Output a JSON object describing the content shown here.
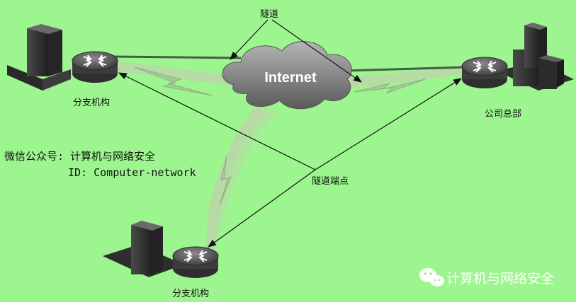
{
  "diagram": {
    "tunnel_label": "隧道",
    "internet_label": "Internet",
    "branch_top_label": "分支机构",
    "hq_label": "公司总部",
    "branch_bottom_label": "分支机构",
    "endpoint_label": "隧道端点"
  },
  "caption": {
    "line1": "微信公众号: 计算机与网络安全",
    "line2": "ID: Computer-network"
  },
  "watermark": {
    "text": "计算机与网络安全",
    "icon": "wechat-icon"
  },
  "colors": {
    "background": "#9df58f",
    "cloud": "#8a8a8a",
    "router": "#5e5e5e",
    "tunnel": "#b8d6a3"
  }
}
